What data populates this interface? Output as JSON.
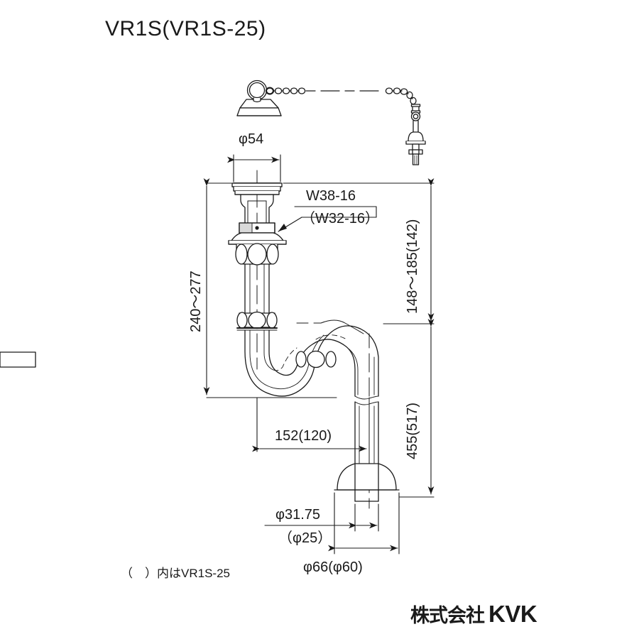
{
  "document": {
    "title": "VR1S(VR1S-25)",
    "note": "（　）内はVR1S-25"
  },
  "brand": {
    "company_prefix": "株式会社",
    "name": "KVK"
  },
  "dimensions": {
    "flange_diameter": "φ54",
    "thread_primary": "W38-16",
    "thread_alternate": "（W32-16）",
    "total_height_range": "240〜277",
    "upper_height_range": "148〜185(142)",
    "lower_height": "455(517)",
    "trap_offset": "152(120)",
    "tailpipe_diameter": "φ31.75",
    "tailpipe_diameter_alt": "（φ25）",
    "escutcheon_diameter": "φ66(φ60)"
  },
  "drawing": {
    "type": "technical-line-drawing",
    "subject": "S-trap drain assembly with pop-up stopper and chain",
    "line_color": "#1a1a1a",
    "background": "#ffffff",
    "parts": [
      "rubber-stopper",
      "pull-ring",
      "ball-chain",
      "chain-stay-bracket",
      "drain-flange",
      "lock-nut",
      "vertical-tailpiece",
      "slip-joint-nut",
      "s-trap",
      "outlet-pipe",
      "escutcheon"
    ]
  }
}
